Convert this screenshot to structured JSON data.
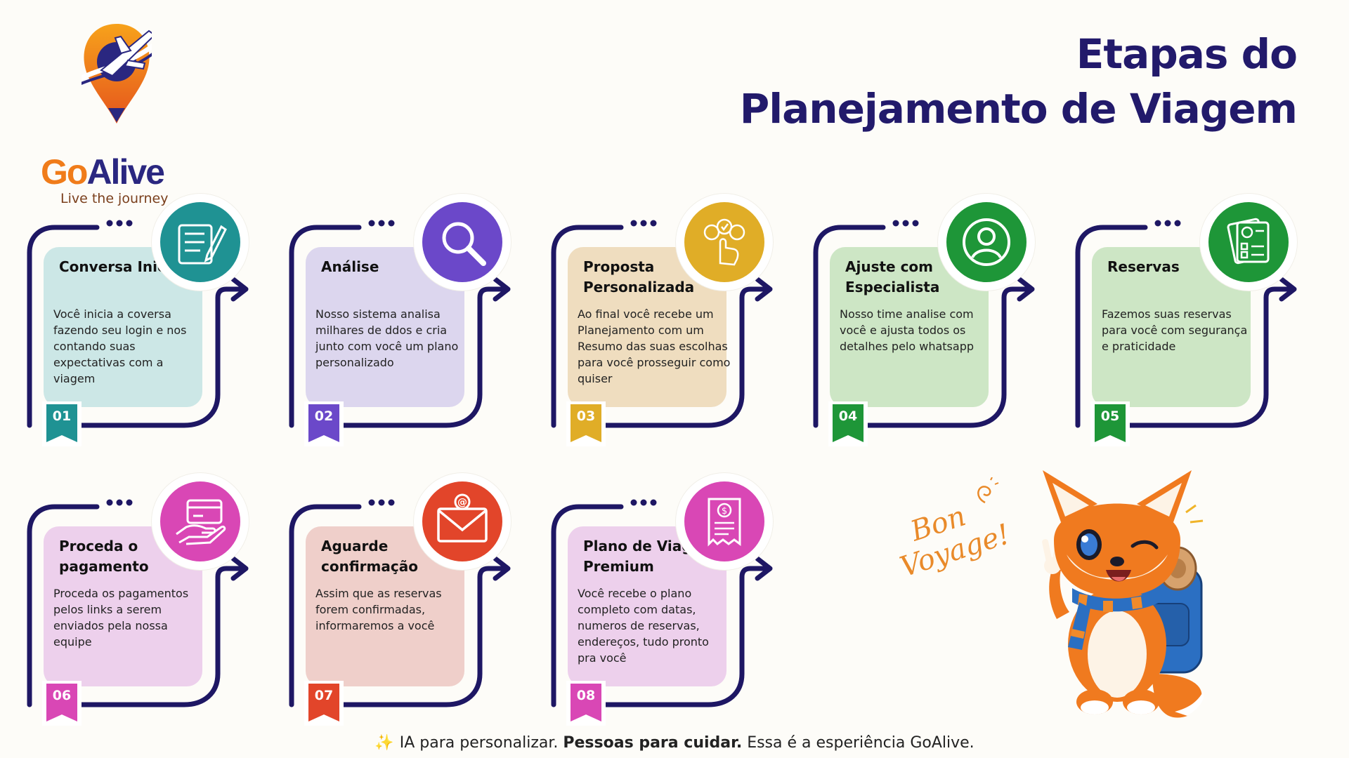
{
  "brand": {
    "name_part1": "Go",
    "name_part2": "Alive",
    "tagline": "Live the journey"
  },
  "title": {
    "line1": "Etapas do",
    "line2": "Planejamento de Viagem"
  },
  "steps": [
    {
      "number": "01",
      "heading": "Conversa Inicial",
      "body": "Você inicia a coversa fazendo seu login e nos contando suas expectativas com a viagem",
      "color": "#1f9293",
      "bg": "#cce7e6",
      "icon": "form-edit-icon"
    },
    {
      "number": "02",
      "heading": "Análise",
      "body": "Nosso sistema analisa milhares de ddos e cria junto com você um plano personalizado",
      "color": "#6b48c9",
      "bg": "#dcd6ee",
      "icon": "search-icon"
    },
    {
      "number": "03",
      "heading": "Proposta Personalizada",
      "body": "Ao final você recebe um Planejamento  com um Resumo das suas escolhas para você prosseguir como quiser",
      "color": "#e0ad27",
      "bg": "#efddbf",
      "icon": "choice-hand-icon"
    },
    {
      "number": "04",
      "heading": "Ajuste com Especialista",
      "body": "Nosso time analise com você e ajusta todos os detalhes pelo whatsapp",
      "color": "#1e9638",
      "bg": "#cde6c5",
      "icon": "user-icon"
    },
    {
      "number": "05",
      "heading": "Reservas",
      "body": "Fazemos suas reservas para você com segurança e praticidade",
      "color": "#1e9638",
      "bg": "#cde6c5",
      "icon": "checklist-icon"
    },
    {
      "number": "06",
      "heading": "Proceda o pagamento",
      "body": "Proceda os pagamentos pelos links a serem enviados pela nossa equipe",
      "color": "#d947b5",
      "bg": "#edd0ec",
      "icon": "card-hand-icon"
    },
    {
      "number": "07",
      "heading": "Aguarde confirmação",
      "body": "Assim que as reservas forem confirmadas, informaremos a você",
      "color": "#e2452a",
      "bg": "#efcfca",
      "icon": "email-icon"
    },
    {
      "number": "08",
      "heading": "Plano de Viagem Premium",
      "body": "Você recebe o plano completo com datas, numeros de reservas, endereços, tudo pronto pra você",
      "color": "#d947b5",
      "bg": "#edd0ec",
      "icon": "invoice-icon"
    }
  ],
  "bon_voyage": {
    "line1": "Bon",
    "line2": "Voyage!"
  },
  "footer": {
    "spark": "✨",
    "part1": "IA para personalizar. ",
    "bold": "Pessoas para cuidar.",
    "part2": " Essa é a esperiência GoAlive."
  },
  "colors": {
    "frame": "#1e1764",
    "title": "#221a6b",
    "brand_orange": "#f07c1a",
    "brand_navy": "#2a2780"
  }
}
